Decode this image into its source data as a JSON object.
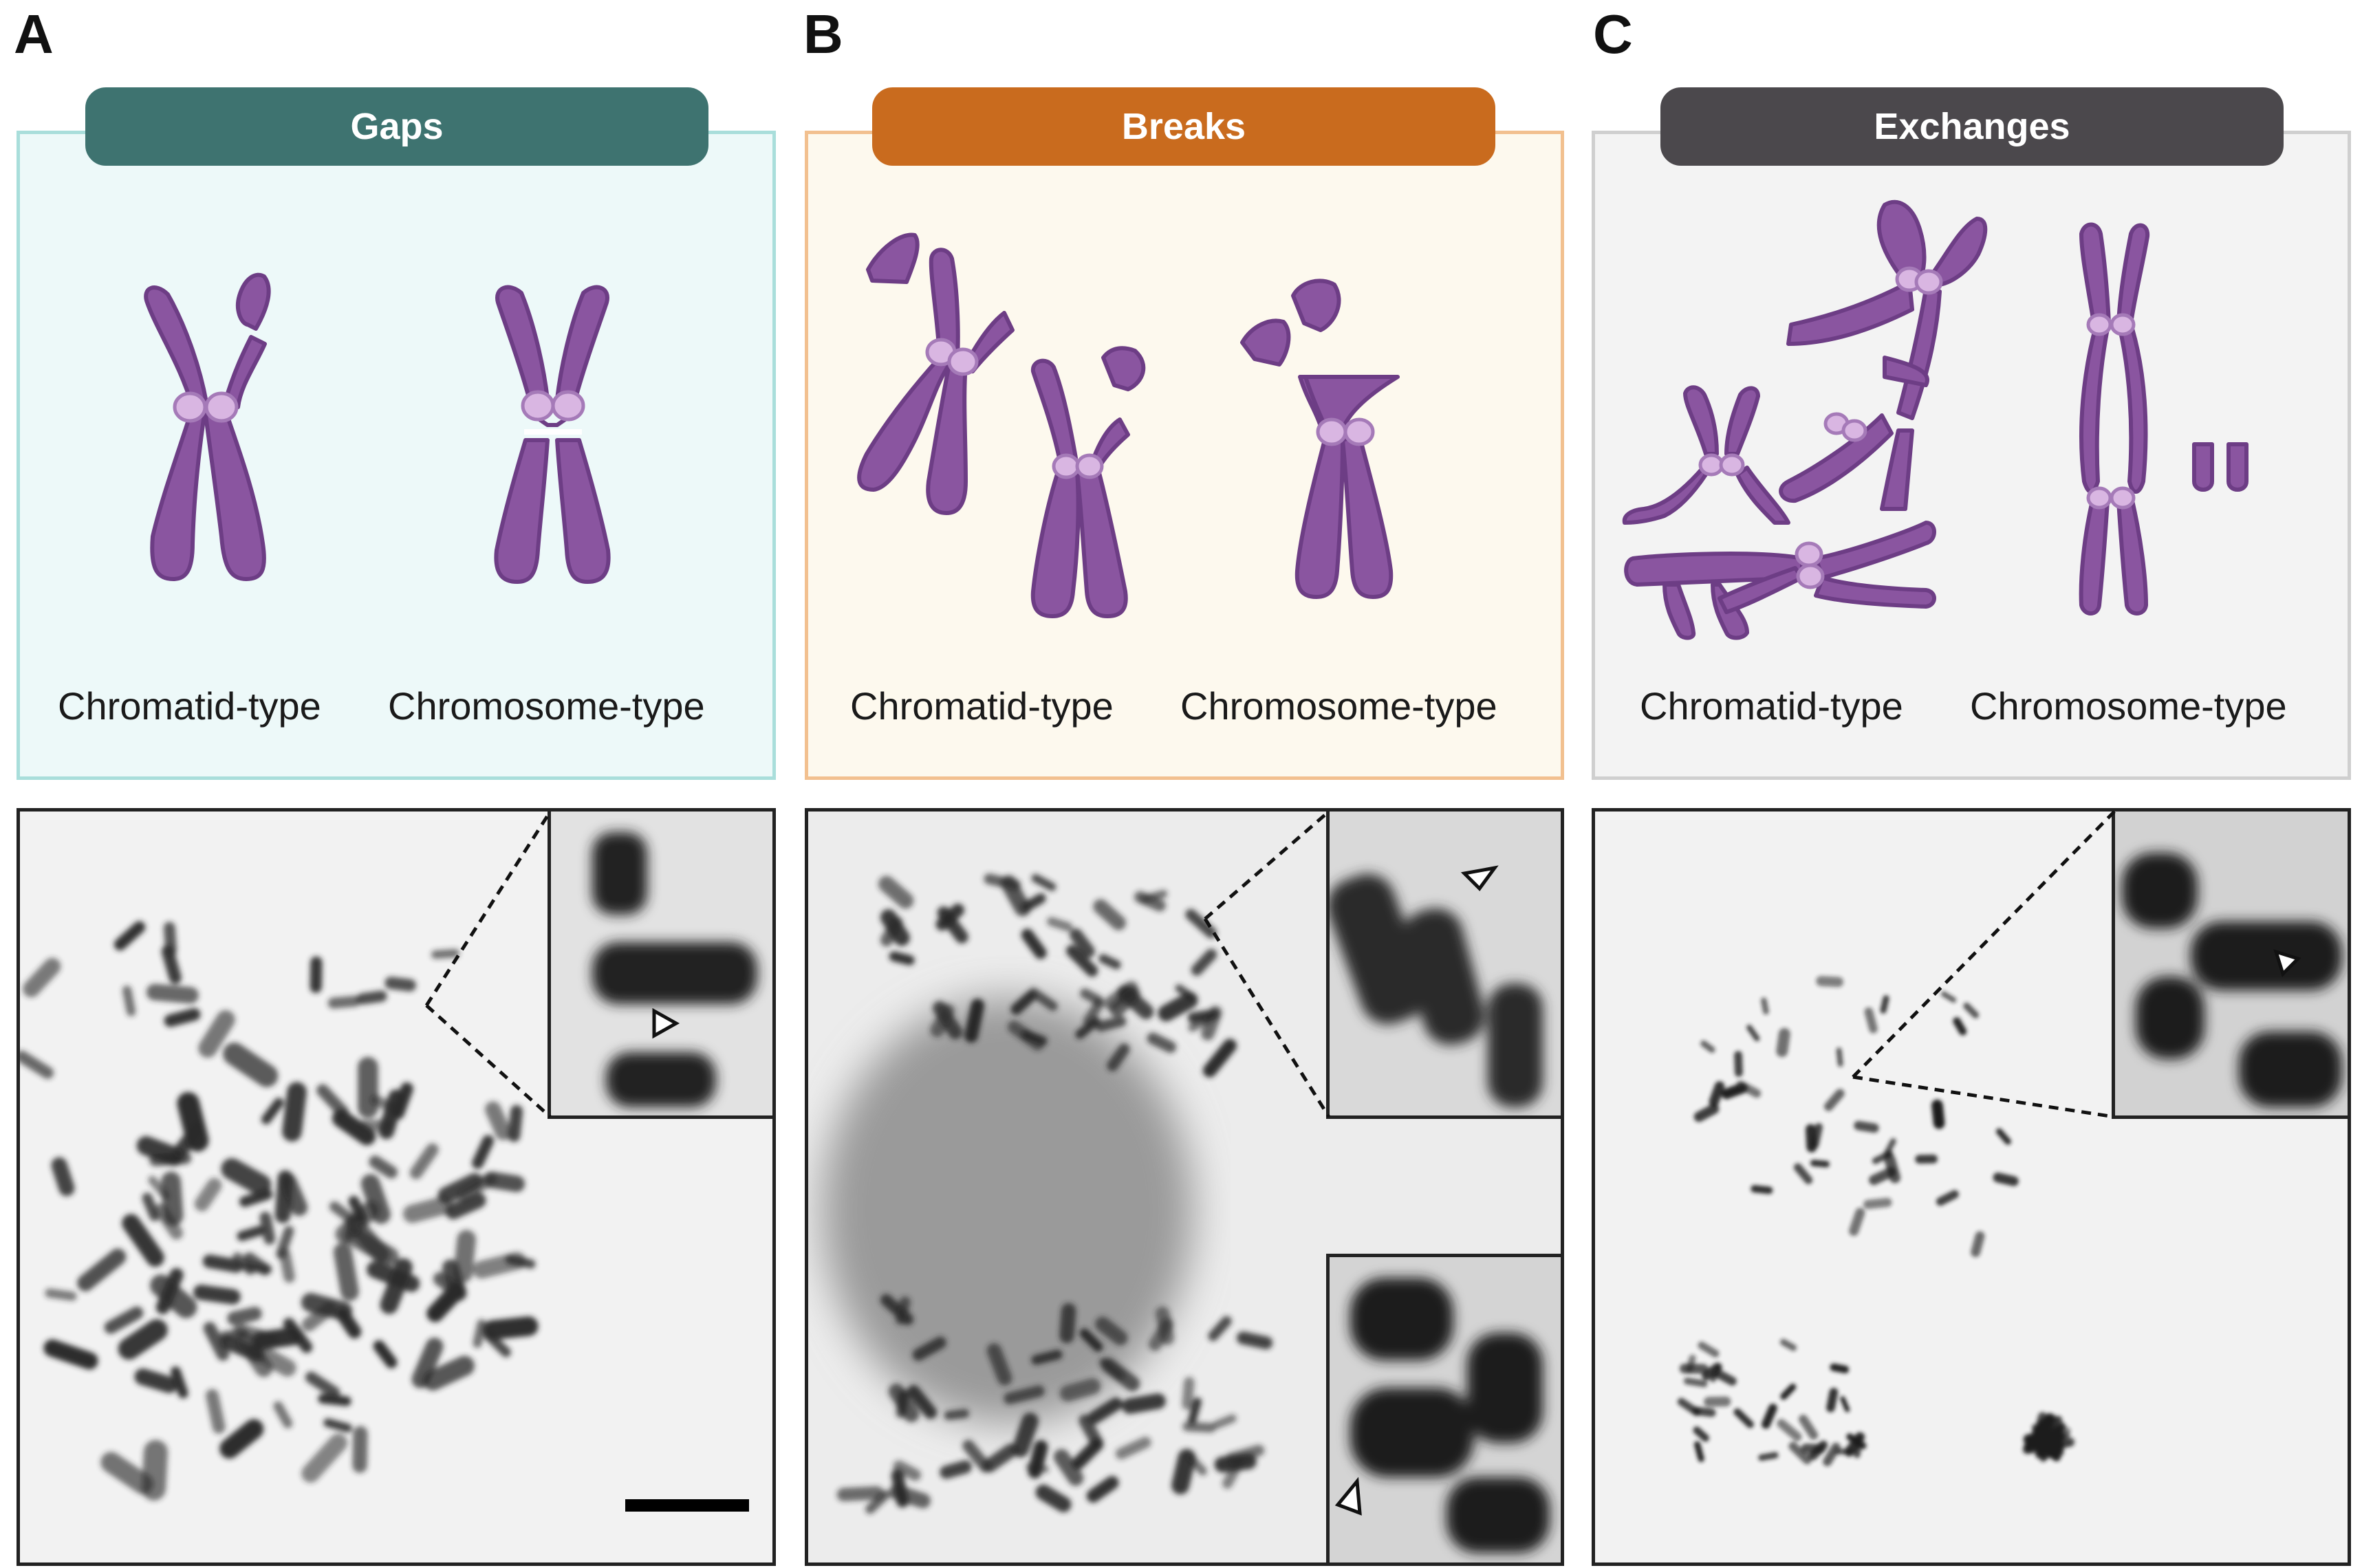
{
  "panels": [
    {
      "letter": "A",
      "category": "Gaps",
      "accent": "#3e7370",
      "box_border": "#a9dedb",
      "box_bg": "#edf9f9",
      "left_label": "Chromatid-type",
      "right_label": "Chromosome-type"
    },
    {
      "letter": "B",
      "category": "Breaks",
      "accent": "#c96b1e",
      "box_border": "#f2c08f",
      "box_bg": "#fdf9ee",
      "left_label": "Chromatid-type",
      "right_label": "Chromosome-type"
    },
    {
      "letter": "C",
      "category": "Exchanges",
      "accent": "#4b484c",
      "box_border": "#cfcfcf",
      "box_bg": "#f3f3f3",
      "left_label": "Chromatid-type",
      "right_label": "Chromosome-type"
    }
  ],
  "chromosome_color": "#8a55a0",
  "chromosome_outline": "#6d3d85",
  "centromere_color": "#d9b6e2"
}
